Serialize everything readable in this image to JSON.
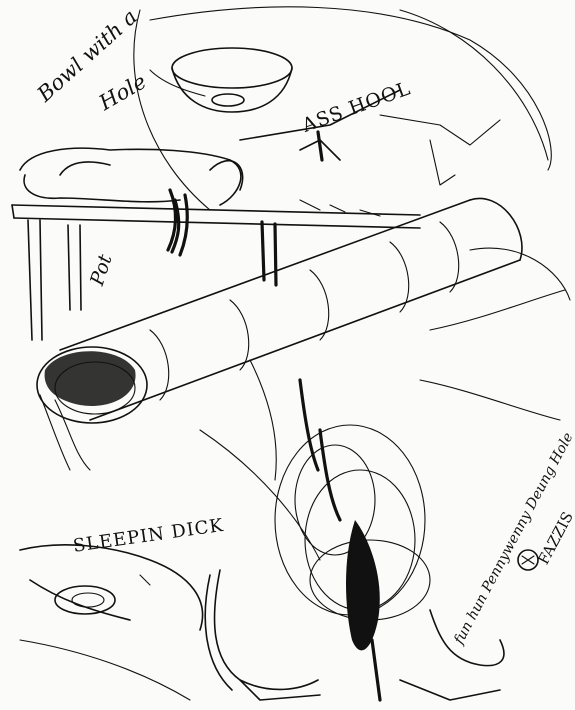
{
  "labels": {
    "bowl_line1": "Bowl with a",
    "bowl_line2": "Hole",
    "ass_hool": "ASS HOOL",
    "pot": "Pot",
    "sleepin_dick": "SLEEPIN DICK",
    "signature_words": "fun hun Pennywenny Deung Hole",
    "fazzis": "FAZZIS"
  },
  "style": {
    "ink": "#111111",
    "paper": "#fbfbf9"
  }
}
